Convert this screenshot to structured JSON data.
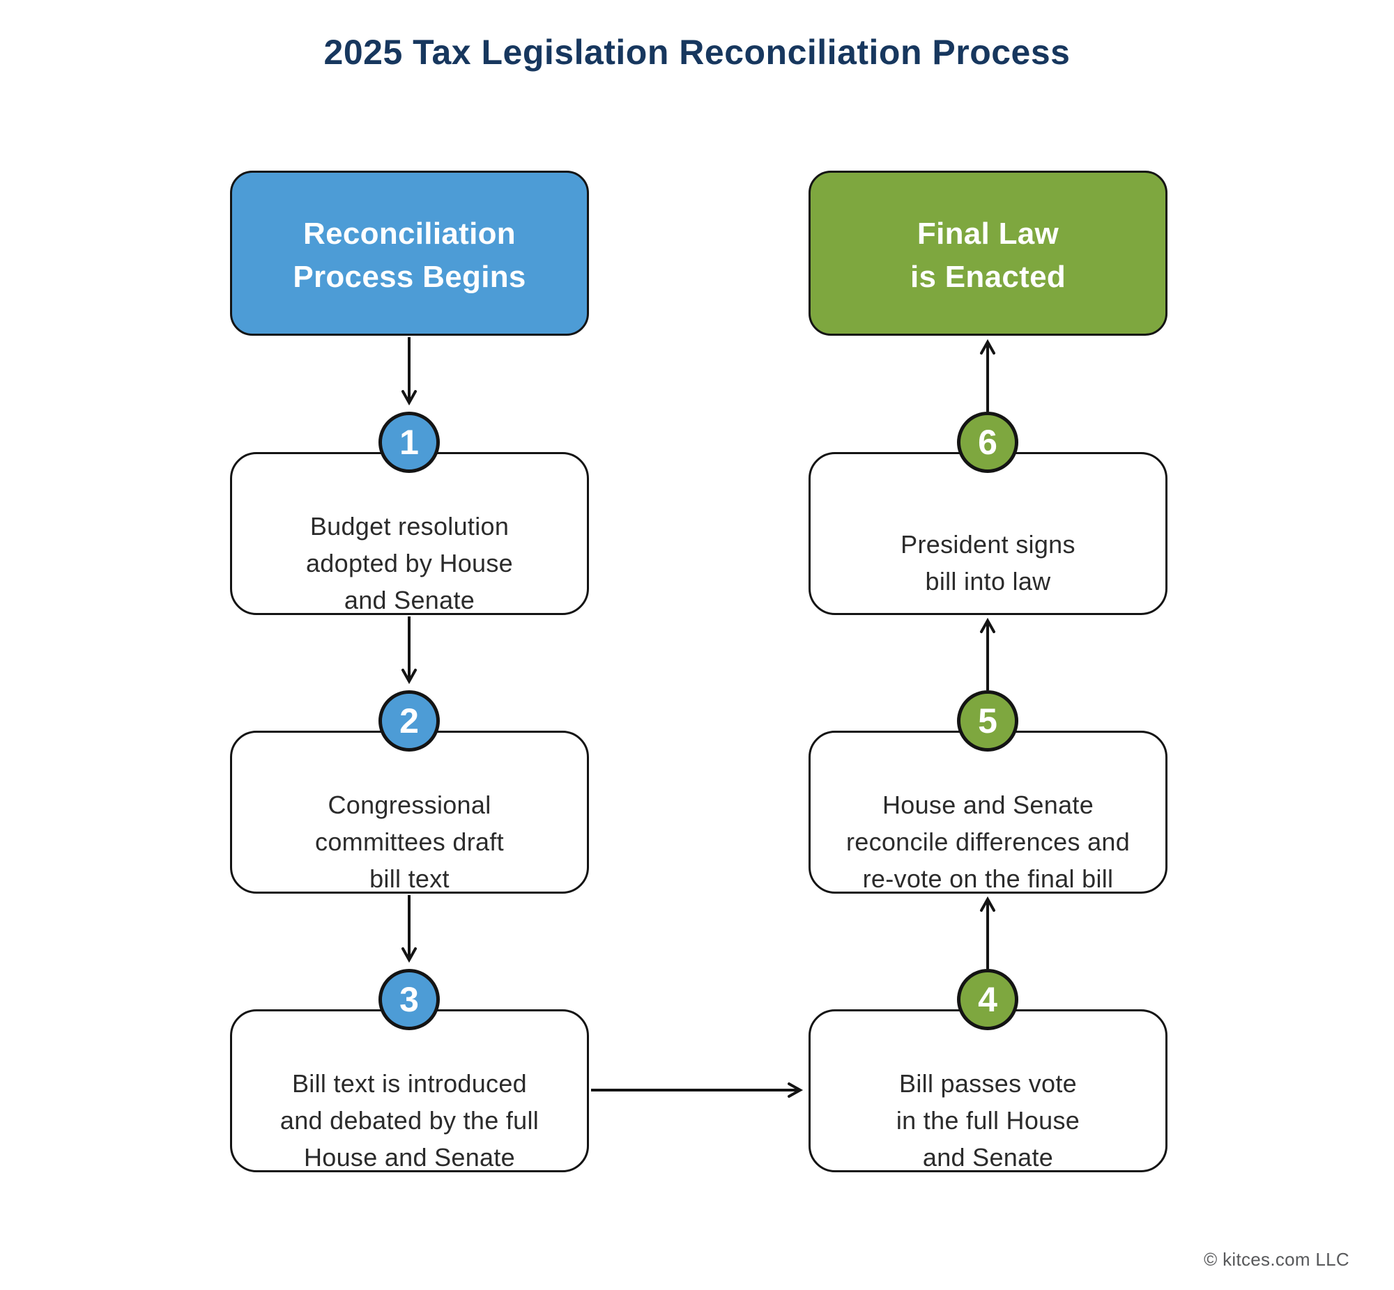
{
  "title": "2025 Tax Legislation Reconciliation Process",
  "terminals": {
    "start": {
      "label": "Reconciliation\nProcess Begins"
    },
    "end": {
      "label": "Final Law\nis Enacted"
    }
  },
  "steps": [
    {
      "number": "1",
      "text": "Budget resolution\nadopted by House\nand Senate"
    },
    {
      "number": "2",
      "text": "Congressional\ncommittees draft\nbill text"
    },
    {
      "number": "3",
      "text": "Bill text is introduced\nand debated by the full\nHouse and Senate"
    },
    {
      "number": "4",
      "text": "Bill passes vote\nin the full House\nand Senate"
    },
    {
      "number": "5",
      "text": "House and Senate\nreconcile differences and\nre-vote on the final bill"
    },
    {
      "number": "6",
      "text": "President signs\nbill into law"
    }
  ],
  "footer": {
    "copyright": "© kitces.com LLC"
  },
  "colors": {
    "accent_blue": "#4D9CD6",
    "accent_green": "#7EA73F",
    "title_navy": "#17375E",
    "outline": "#141414"
  }
}
